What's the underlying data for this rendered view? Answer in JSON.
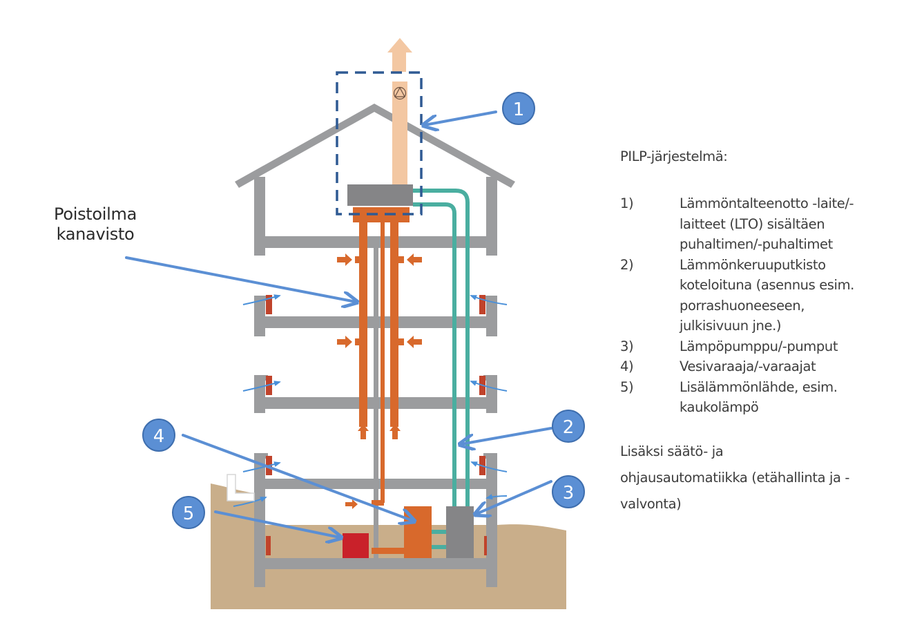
{
  "title": "PILP-järjestelmä",
  "colors": {
    "wall": "#9b9c9e",
    "ground": "#c9ae8a",
    "exhaust_duct": "#d8692c",
    "exhaust_out": "#f3c7a2",
    "heat_collection_pipe": "#4aaea0",
    "unit_gray": "#858587",
    "heater": "#c9212a",
    "radiator": "#c0432b",
    "marker_fill": "#5b8fd4",
    "marker_stroke": "#3e6eae",
    "callout_arrow": "#5b8fd4",
    "dashed_box": "#2f5a93"
  },
  "diagram": {
    "duct_label": [
      "Poistoilma",
      "kanavisto"
    ],
    "fan_icon": "fan-icon",
    "markers": [
      {
        "id": "1",
        "label": "1"
      },
      {
        "id": "2",
        "label": "2"
      },
      {
        "id": "3",
        "label": "3"
      },
      {
        "id": "4",
        "label": "4"
      },
      {
        "id": "5",
        "label": "5"
      }
    ]
  },
  "legend": {
    "title": "PILP-järjestelmä:",
    "items": [
      {
        "num": "1)",
        "lines": [
          "Lämmöntalteenotto -laite/-",
          "laitteet (LTO) sisältäen",
          "puhaltimen/-puhaltimet"
        ]
      },
      {
        "num": "2)",
        "lines": [
          "Lämmönkeruuputkisto",
          "koteloituna (asennus esim.",
          "porrashuoneeseen,",
          "julkisivuun jne.)"
        ]
      },
      {
        "num": "3)",
        "lines": [
          "Lämpöpumppu/-pumput"
        ]
      },
      {
        "num": "4)",
        "lines": [
          "Vesivaraaja/-varaajat"
        ]
      },
      {
        "num": "5)",
        "lines": [
          "Lisälämmönlähde, esim.",
          "kaukolämpö"
        ]
      }
    ],
    "extra": [
      "Lisäksi säätö- ja",
      "ohjausautomatiikka (etähallinta ja -",
      "valvonta)"
    ]
  }
}
